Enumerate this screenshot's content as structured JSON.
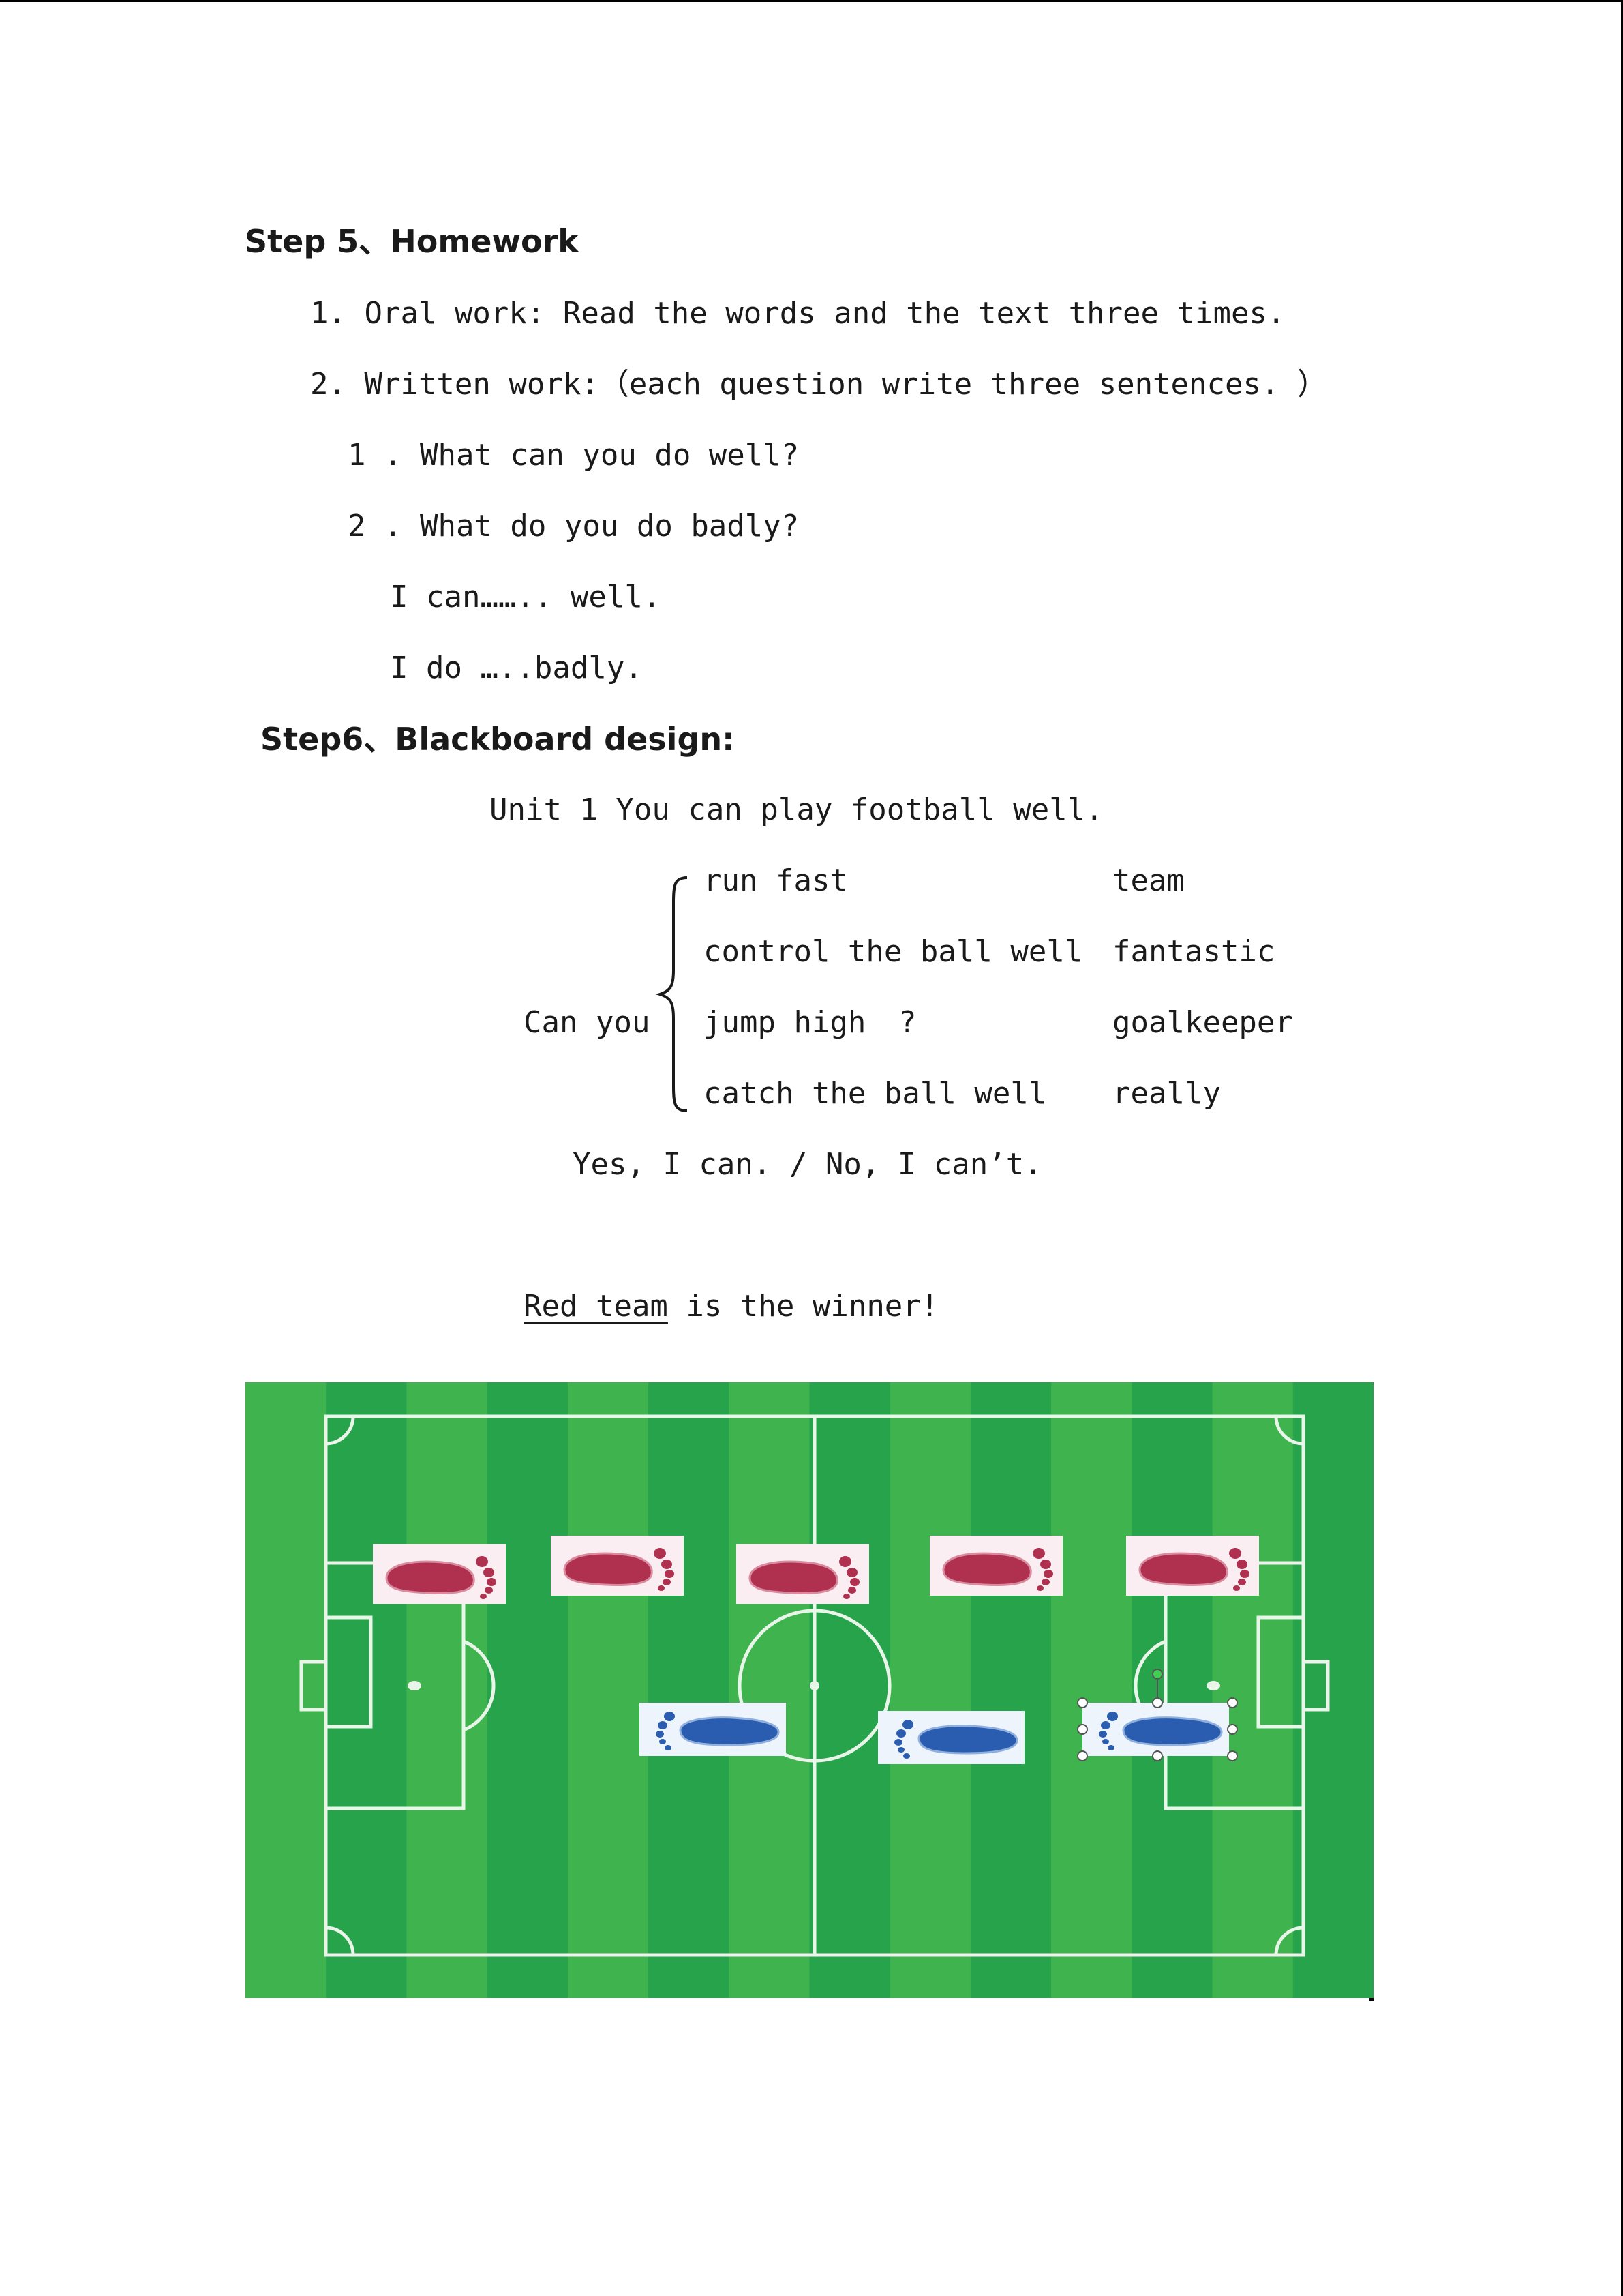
{
  "homework": {
    "heading": "Step 5、Homework",
    "item1": "1. Oral work: Read the words and the text three times.",
    "item2": "2. Written work:（each question write three sentences. ）",
    "q1": "1 . What can you do well?",
    "q2": "2 . What do you do badly?",
    "pattern1": "I can…….. well.",
    "pattern2": "I do …..badly."
  },
  "blackboard": {
    "heading": "Step6、Blackboard design:",
    "unit_title": "Unit 1 You can play football well.",
    "lead": "Can you",
    "phrases": [
      "run fast",
      "control the ball well",
      "jump high",
      "catch the ball well"
    ],
    "question_mark": "?",
    "words": [
      "team",
      "fantastic",
      "goalkeeper",
      "really"
    ],
    "answer": "Yes, I can. / No, I can’t."
  },
  "winner": {
    "team": "Red team",
    "rest": " is the winner!"
  },
  "field": {
    "grass_light": "#3fb44e",
    "grass_dark": "#27a34b",
    "line_color": "#e8f5e8",
    "red_foot_color": "#b0304f",
    "blue_foot_color": "#2a5db0",
    "icon": "football-field-image"
  }
}
